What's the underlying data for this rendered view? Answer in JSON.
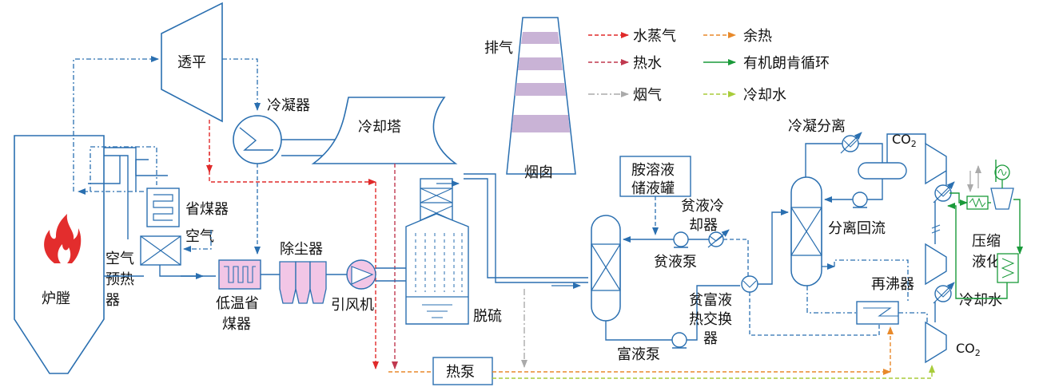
{
  "legend": {
    "steam": "水蒸气",
    "waste_heat": "余热",
    "hot_water": "热水",
    "orc": "有机朗肯循环",
    "flue_gas": "烟气",
    "cooling_water": "冷却水"
  },
  "labels": {
    "turbine": "透平",
    "condenser": "冷凝器",
    "cooling_tower": "冷却塔",
    "exhaust": "排气",
    "chimney": "烟囱",
    "furnace": "炉膛",
    "economizer": "省煤器",
    "air": "空气",
    "air_preheater_1": "空气",
    "air_preheater_2": "预热",
    "air_preheater_3": "器",
    "low_temp_economizer_1": "低温省",
    "low_temp_economizer_2": "煤器",
    "dust_collector": "除尘器",
    "induced_fan": "引风机",
    "desulfurization": "脱硫",
    "amine_tank_1": "胺溶液",
    "amine_tank_2": "储液罐",
    "lean_cooler_1": "贫液冷",
    "lean_cooler_2": "却器",
    "lean_pump": "贫液泵",
    "rich_pump": "富液泵",
    "lean_rich_hx_1": "贫富液",
    "lean_rich_hx_2": "热交换",
    "lean_rich_hx_3": "器",
    "condense_separate": "冷凝分离",
    "separate_reflux": "分离回流",
    "reboiler": "再沸器",
    "co2_top": "CO",
    "co2_bottom": "CO",
    "co2_sub": "2",
    "compress_1": "压缩",
    "compress_2": "液化",
    "cooling_water": "冷却水",
    "heat_pump": "热泵"
  },
  "colors": {
    "steam": "#e02a2a",
    "hot_water": "#c0394f",
    "flue_gas": "#aaaaaa",
    "waste_heat": "#e8892a",
    "orc": "#1a9a3a",
    "cooling_water": "#a8cc3a",
    "pipe": "#2a6fb0",
    "equipment_fill": "#f2c6e6",
    "chimney_band": "#c9b3d6"
  }
}
